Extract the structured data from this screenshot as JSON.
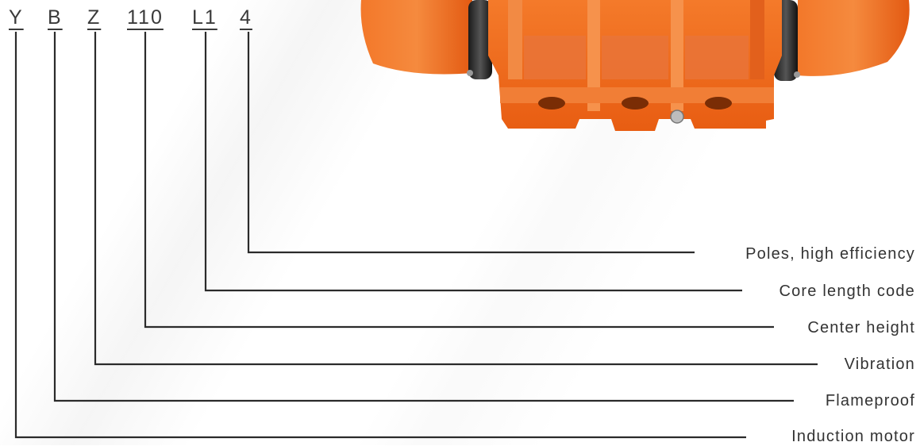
{
  "model_code": {
    "parts": [
      "Y",
      "B",
      "Z",
      "110",
      "L1",
      "4"
    ]
  },
  "legend": {
    "items": [
      {
        "code": "4",
        "label": "Poles, high efficiency"
      },
      {
        "code": "L1",
        "label": "Core length code"
      },
      {
        "code": "110",
        "label": "Center height"
      },
      {
        "code": "Z",
        "label": "Vibration"
      },
      {
        "code": "B",
        "label": "Flameproof"
      },
      {
        "code": "Y",
        "label": "Induction motor"
      }
    ]
  },
  "colors": {
    "motor_orange": "#f06a1c",
    "motor_dark": "#c94e0e",
    "line": "#2b2b2b"
  },
  "image": {
    "subject": "vibration-motor-photo"
  }
}
